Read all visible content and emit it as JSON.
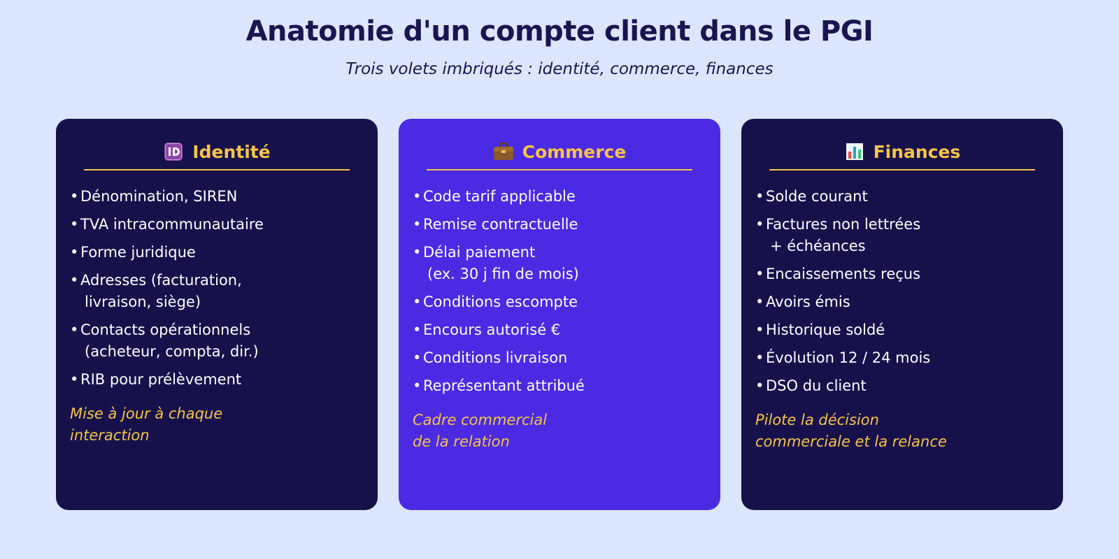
{
  "title": "Anatomie d'un compte client dans le PGI",
  "subtitle": "Trois volets imbriqués : identité, commerce, finances",
  "colors": {
    "background": "#dce6ff",
    "card_dark": "#17114b",
    "card_accent": "#4a2be3",
    "gold": "#f7c34a",
    "text_light": "#ffffff"
  },
  "cards": [
    {
      "icon": "id-badge-icon",
      "title": "Identité",
      "items": [
        {
          "l1": "Dénomination, SIREN"
        },
        {
          "l1": "TVA intracommunautaire"
        },
        {
          "l1": "Forme juridique"
        },
        {
          "l1": "Adresses (facturation,",
          "l2": "livraison, siège)"
        },
        {
          "l1": "Contacts opérationnels",
          "l2": "(acheteur, compta, dir.)"
        },
        {
          "l1": "RIB pour prélèvement"
        }
      ],
      "note": [
        "Mise à jour à chaque",
        "interaction"
      ]
    },
    {
      "icon": "briefcase-icon",
      "title": "Commerce",
      "items": [
        {
          "l1": "Code tarif applicable"
        },
        {
          "l1": "Remise contractuelle"
        },
        {
          "l1": "Délai paiement",
          "l2": "(ex. 30 j fin de mois)"
        },
        {
          "l1": "Conditions escompte"
        },
        {
          "l1": "Encours autorisé €"
        },
        {
          "l1": "Conditions livraison"
        },
        {
          "l1": "Représentant attribué"
        }
      ],
      "note": [
        "Cadre commercial",
        "de la relation"
      ]
    },
    {
      "icon": "bar-chart-icon",
      "title": "Finances",
      "items": [
        {
          "l1": "Solde courant"
        },
        {
          "l1": "Factures non lettrées",
          "l2": "+ échéances"
        },
        {
          "l1": "Encaissements reçus"
        },
        {
          "l1": "Avoirs émis"
        },
        {
          "l1": "Historique soldé"
        },
        {
          "l1": "Évolution 12 / 24 mois"
        },
        {
          "l1": "DSO du client"
        }
      ],
      "note": [
        "Pilote la décision",
        "commerciale et la relance"
      ]
    }
  ]
}
